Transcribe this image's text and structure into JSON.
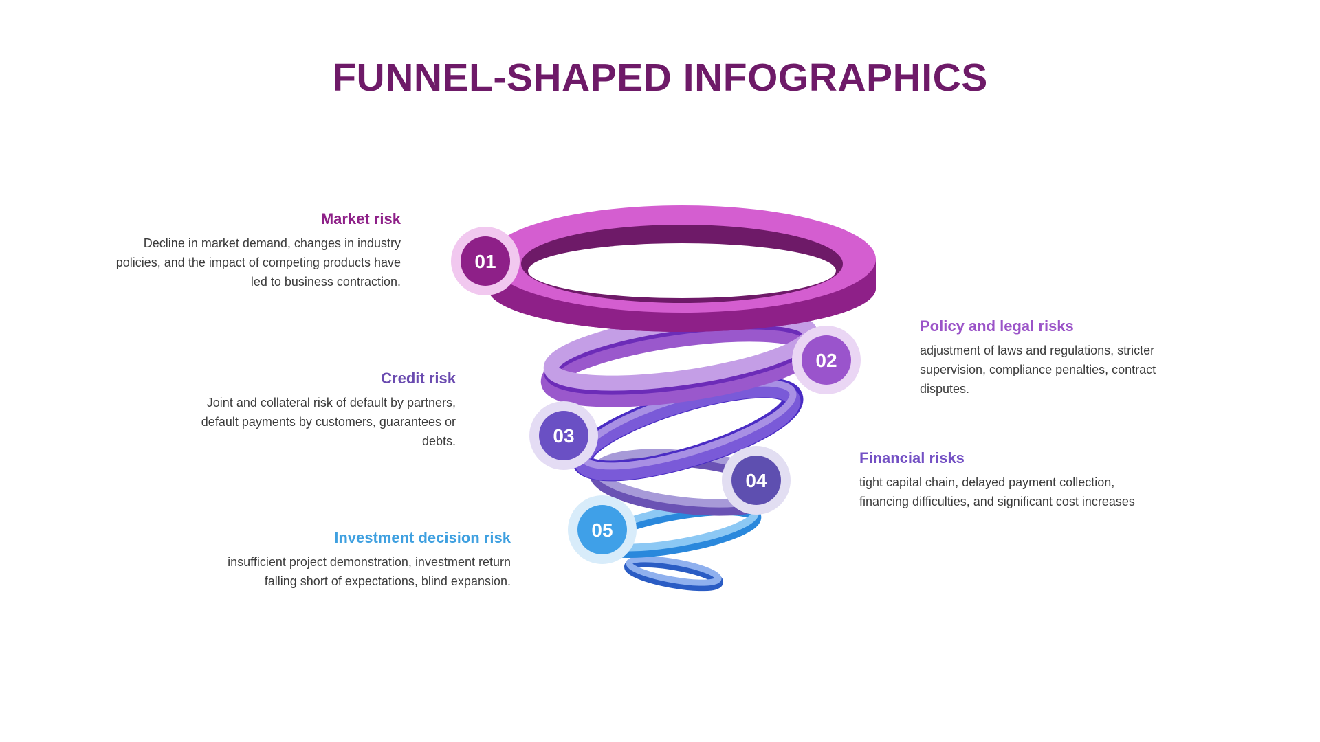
{
  "title": "FUNNEL-SHAPED INFOGRAPHICS",
  "colors": {
    "title": "#6e1a68",
    "stage1": "#8e2088",
    "stage2": "#9b54c8",
    "stage3": "#6a4bb0",
    "stage4": "#7350c4",
    "stage5": "#3fa0e0"
  },
  "stages": [
    {
      "number": "01",
      "heading": "Market risk",
      "description": "Decline in market demand, changes in industry policies, and the impact of competing products have led to business contraction."
    },
    {
      "number": "02",
      "heading": "Policy and legal risks",
      "description": "adjustment of laws and regulations, stricter supervision, compliance penalties, contract disputes."
    },
    {
      "number": "03",
      "heading": "Credit risk",
      "description": "Joint and collateral risk of default by partners, default payments by customers, guarantees or debts."
    },
    {
      "number": "04",
      "heading": "Financial risks",
      "description": "tight capital chain, delayed payment collection, financing difficulties, and significant cost increases"
    },
    {
      "number": "05",
      "heading": "Investment decision risk",
      "description": "insufficient project demonstration, investment return falling short of expectations, blind expansion."
    }
  ]
}
